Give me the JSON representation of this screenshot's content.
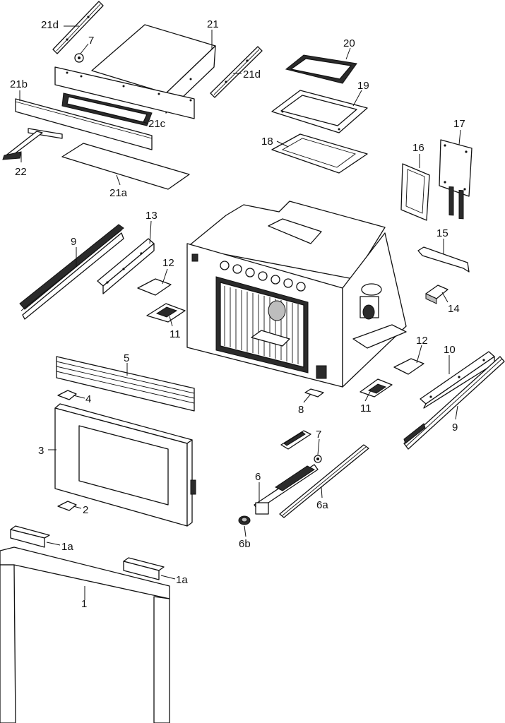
{
  "callouts": {
    "c1": "1",
    "c1a_left": "1a",
    "c1a_right": "1a",
    "c2": "2",
    "c3": "3",
    "c4": "4",
    "c5": "5",
    "c6": "6",
    "c6a": "6a",
    "c6b": "6b",
    "c7_top": "7",
    "c7_mid": "7",
    "c8": "8",
    "c9_left": "9",
    "c9_right": "9",
    "c10": "10",
    "c11_left": "11",
    "c11_right": "11",
    "c12_left": "12",
    "c12_right": "12",
    "c13": "13",
    "c14": "14",
    "c15": "15",
    "c16": "16",
    "c17": "17",
    "c18": "18",
    "c19": "19",
    "c20": "20",
    "c21": "21",
    "c21a": "21a",
    "c21b": "21b",
    "c21c": "21c",
    "c21d_top": "21d",
    "c21d_right": "21d",
    "c22": "22"
  }
}
